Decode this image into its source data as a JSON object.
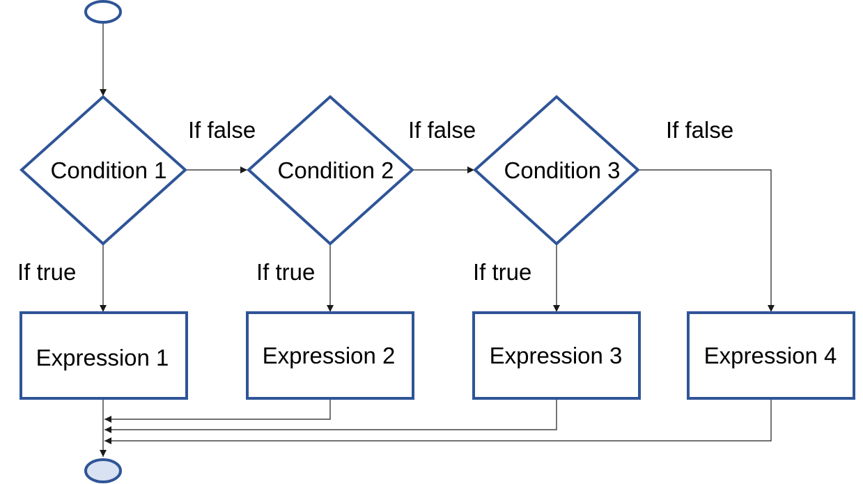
{
  "colors": {
    "shape_stroke": "#2f5597",
    "end_fill": "#d9e2f3",
    "connector": "#1a1a1a"
  },
  "nodes": {
    "start": {
      "label": ""
    },
    "condition_1": {
      "label": "Condition 1"
    },
    "condition_2": {
      "label": "Condition 2"
    },
    "condition_3": {
      "label": "Condition 3"
    },
    "expression_1": {
      "label": "Expression 1"
    },
    "expression_2": {
      "label": "Expression 2"
    },
    "expression_3": {
      "label": "Expression 3"
    },
    "expression_4": {
      "label": "Expression 4"
    },
    "end": {
      "label": ""
    }
  },
  "edges": {
    "c1_false": "If false",
    "c2_false": "If false",
    "c3_false": "If false",
    "c1_true": "If true",
    "c2_true": "If true",
    "c3_true": "If true"
  }
}
